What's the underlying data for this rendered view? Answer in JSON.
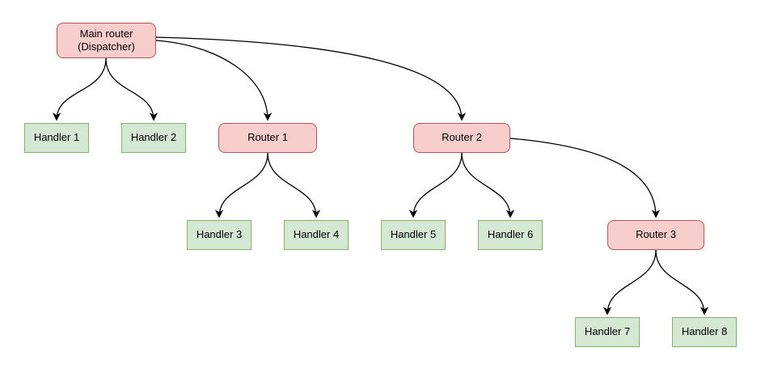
{
  "colors": {
    "background": "#ffffff",
    "router_fill": "#f8cecc",
    "router_border": "#b85450",
    "handler_fill": "#d5e8d4",
    "handler_border": "#82b366",
    "edge": "#000000"
  },
  "diagram": {
    "nodes": [
      {
        "id": "main-router",
        "type": "router",
        "label": "Main router\n(Dispatcher)"
      },
      {
        "id": "handler-1",
        "type": "handler",
        "label": "Handler 1"
      },
      {
        "id": "handler-2",
        "type": "handler",
        "label": "Handler 2"
      },
      {
        "id": "router-1",
        "type": "router",
        "label": "Router 1"
      },
      {
        "id": "router-2",
        "type": "router",
        "label": "Router 2"
      },
      {
        "id": "handler-3",
        "type": "handler",
        "label": "Handler 3"
      },
      {
        "id": "handler-4",
        "type": "handler",
        "label": "Handler 4"
      },
      {
        "id": "handler-5",
        "type": "handler",
        "label": "Handler 5"
      },
      {
        "id": "handler-6",
        "type": "handler",
        "label": "Handler 6"
      },
      {
        "id": "router-3",
        "type": "router",
        "label": "Router 3"
      },
      {
        "id": "handler-7",
        "type": "handler",
        "label": "Handler 7"
      },
      {
        "id": "handler-8",
        "type": "handler",
        "label": "Handler 8"
      }
    ],
    "edges": [
      {
        "from": "main-router",
        "to": "handler-1"
      },
      {
        "from": "main-router",
        "to": "handler-2"
      },
      {
        "from": "main-router",
        "to": "router-1"
      },
      {
        "from": "main-router",
        "to": "router-2"
      },
      {
        "from": "router-1",
        "to": "handler-3"
      },
      {
        "from": "router-1",
        "to": "handler-4"
      },
      {
        "from": "router-2",
        "to": "handler-5"
      },
      {
        "from": "router-2",
        "to": "handler-6"
      },
      {
        "from": "router-2",
        "to": "router-3"
      },
      {
        "from": "router-3",
        "to": "handler-7"
      },
      {
        "from": "router-3",
        "to": "handler-8"
      }
    ]
  }
}
